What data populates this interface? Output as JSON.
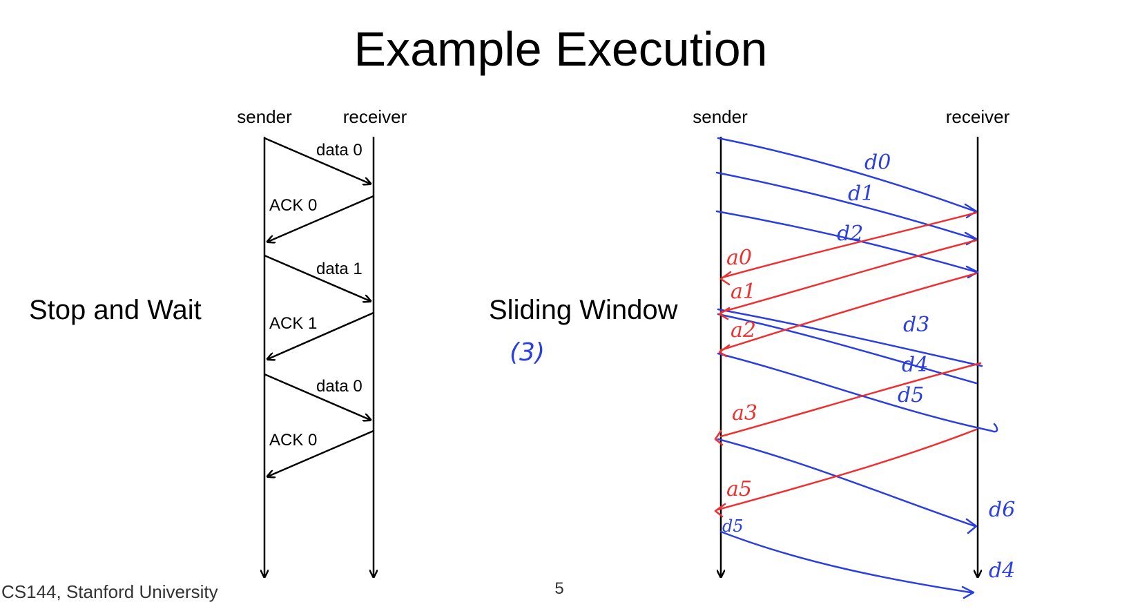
{
  "slide": {
    "title": "Example Execution",
    "footer": "CS144, Stanford University",
    "page_number": "5"
  },
  "stop_and_wait": {
    "label": "Stop and Wait",
    "sender_label": "sender",
    "receiver_label": "receiver",
    "messages": [
      "data 0",
      "ACK 0",
      "data 1",
      "ACK 1",
      "data 0",
      "ACK 0"
    ]
  },
  "sliding_window": {
    "label": "Sliding Window",
    "window_note": "(3)",
    "sender_label": "sender",
    "receiver_label": "receiver",
    "annotations": {
      "d0": "d0",
      "d1": "d1",
      "d2": "d2",
      "d3": "d3",
      "d4": "d4",
      "d5": "d5",
      "d5b": "d5",
      "d4b": "d4",
      "a0": "a0",
      "a1": "a1",
      "a2": "a2",
      "a3": "a3",
      "a5": "a5",
      "d6": "d6"
    },
    "colors": {
      "data": "#2b3fe0",
      "ack": "#ee3030"
    }
  }
}
